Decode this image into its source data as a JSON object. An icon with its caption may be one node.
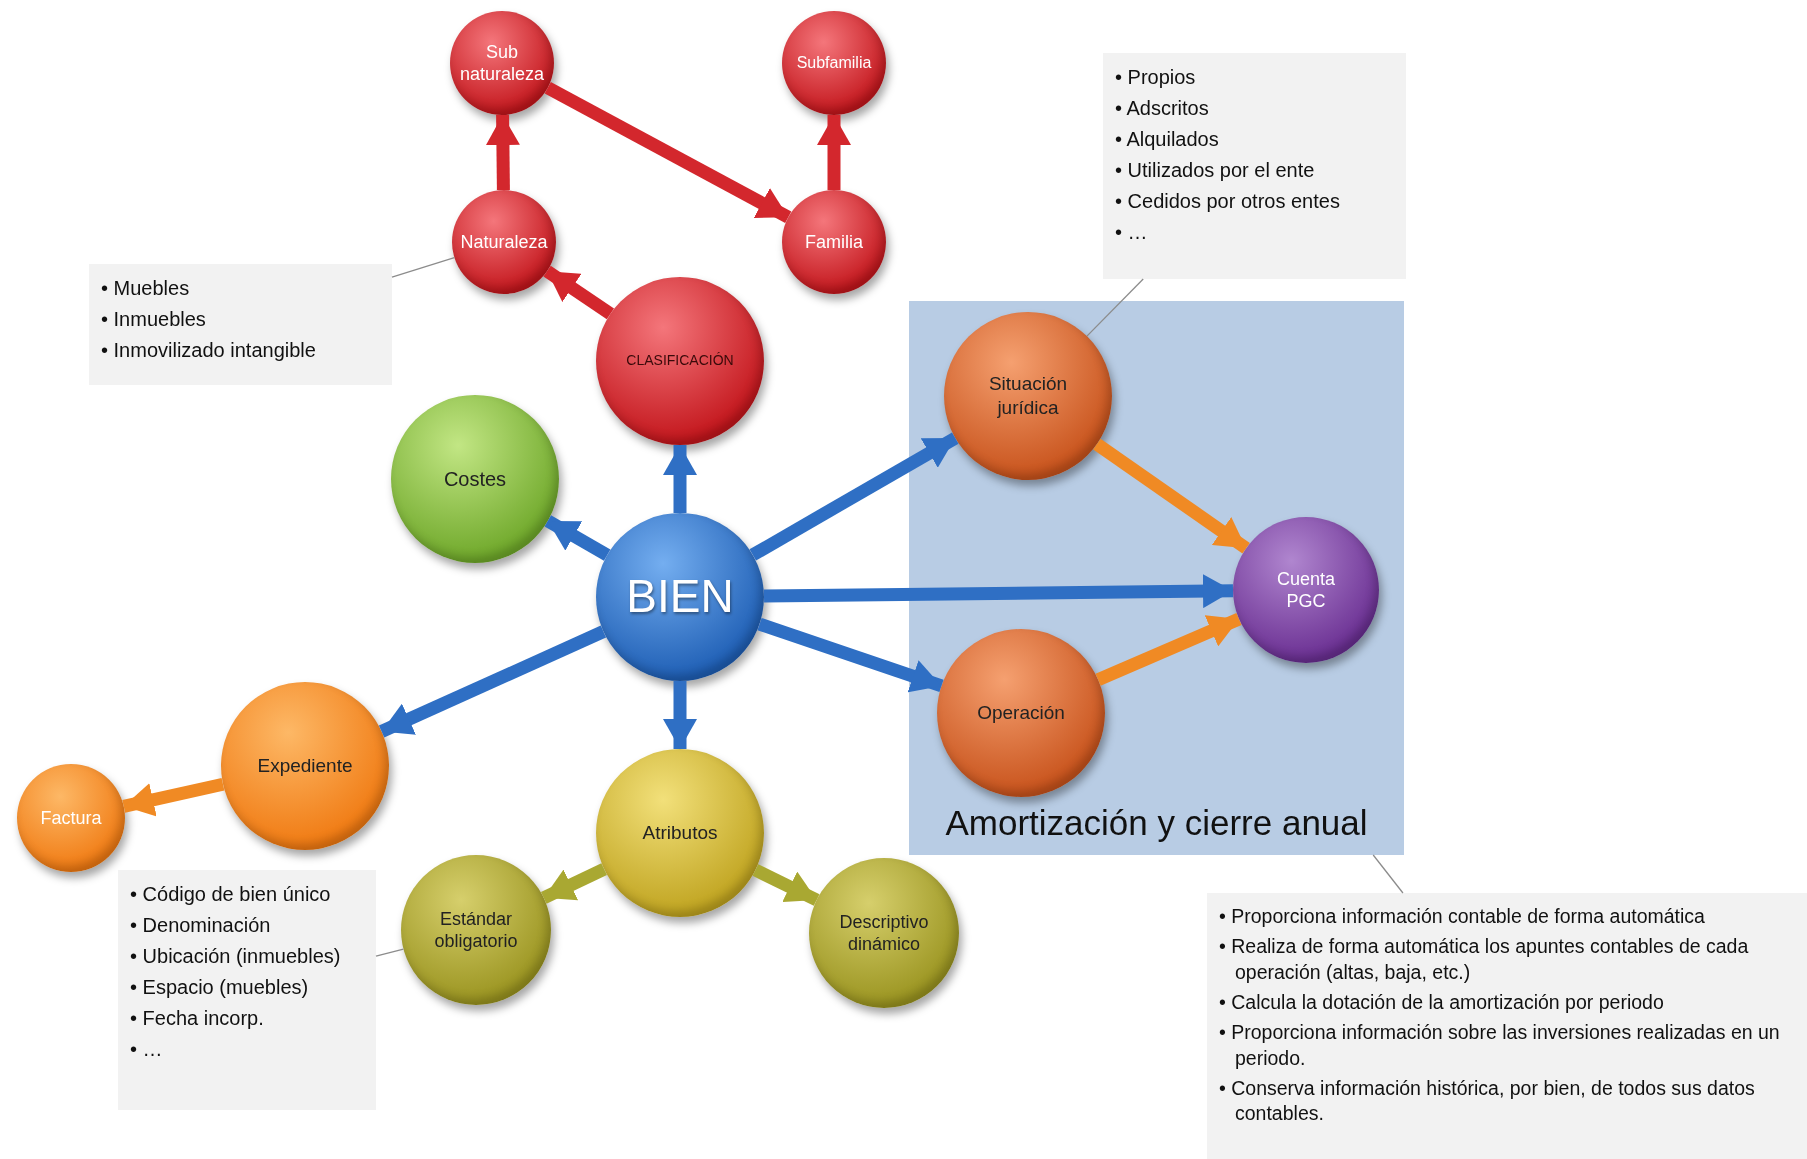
{
  "diagram": {
    "nodes": [
      {
        "text": [
          "Sub naturaleza"
        ]
      },
      {
        "text": [
          "Subfamilia"
        ]
      },
      {
        "text": [
          "Naturaleza"
        ]
      },
      {
        "text": [
          "Familia"
        ]
      },
      {
        "text": [
          "• Muebles",
          "• Inmuebles",
          "• Inmovilizado intangible"
        ]
      },
      {
        "text": [
          "• Propios",
          "• Adscritos",
          "• Alquilados",
          "• Utilizados por el ente",
          "• Cedidos por otros entes",
          "• …"
        ]
      },
      {
        "text": [
          "CLASIFICACIÓN"
        ]
      },
      {
        "text": [
          "Costes"
        ]
      },
      {
        "text": [
          "Amortización y cierre anual"
        ]
      },
      {
        "text": [
          "Situación jurídica"
        ],
        "in": 8
      },
      {
        "text": [
          "Cuenta PGC"
        ],
        "in": 8
      },
      {
        "text": [
          "Operación"
        ],
        "in": 8
      },
      {
        "text": [
          "BIEN"
        ]
      },
      {
        "text": [
          "Expediente"
        ]
      },
      {
        "text": [
          "Factura"
        ]
      },
      {
        "text": [
          "Atributos"
        ]
      },
      {
        "text": [
          "Estándar obligatorio"
        ]
      },
      {
        "text": [
          "Descriptivo dinámico"
        ]
      },
      {
        "text": [
          "• Código de bien único",
          "• Denominación",
          "• Ubicación (inmuebles)",
          "• Espacio (muebles)",
          "• Fecha incorp.",
          "• …"
        ]
      },
      {
        "text": [
          "• Proporciona información contable de forma automática",
          "• Realiza de forma automática los apuntes contables de cada operación (altas, baja, etc.)",
          "• Calcula la dotación de la amortización por periodo",
          "• Proporciona información sobre las inversiones realizadas en un periodo.",
          "• Conserva información histórica, por bien, de todos sus datos contables."
        ]
      }
    ],
    "edges": [
      {
        "from": 2,
        "to": 0,
        "arrow": "to",
        "color": "#d3272d"
      },
      {
        "from": 3,
        "to": 1,
        "arrow": "to",
        "color": "#d3272d"
      },
      {
        "from": 0,
        "to": 3,
        "arrow": "to",
        "color": "#d3272d"
      },
      {
        "from": 6,
        "to": 2,
        "arrow": "to",
        "color": "#d3272d"
      },
      {
        "from": 12,
        "to": 6,
        "arrow": "to"
      },
      {
        "from": 12,
        "to": 7,
        "arrow": "to"
      },
      {
        "from": 12,
        "to": 9,
        "arrow": "to"
      },
      {
        "from": 12,
        "to": 10,
        "arrow": "to"
      },
      {
        "from": 12,
        "to": 11,
        "arrow": "to"
      },
      {
        "from": 12,
        "to": 13,
        "arrow": "to"
      },
      {
        "from": 12,
        "to": 15,
        "arrow": "to"
      },
      {
        "from": 9,
        "to": 10,
        "arrow": "to",
        "color": "#f08a24"
      },
      {
        "from": 11,
        "to": 10,
        "arrow": "to",
        "color": "#f08a24"
      },
      {
        "from": 13,
        "to": 14,
        "arrow": "to",
        "color": "#f08a24"
      },
      {
        "from": 15,
        "to": 16,
        "arrow": "to",
        "color": "#a9a832"
      },
      {
        "from": 15,
        "to": 17,
        "arrow": "to",
        "color": "#a9a832"
      },
      {
        "from": 4,
        "to": 2,
        "arrow": "none",
        "color": "#8c8c8c"
      },
      {
        "from": 5,
        "to": 9,
        "arrow": "none",
        "color": "#8c8c8c"
      },
      {
        "from": 18,
        "to": 16,
        "arrow": "none",
        "color": "#8c8c8c"
      },
      {
        "from": 8,
        "to": 19,
        "arrow": "none",
        "color": "#8c8c8c"
      }
    ]
  }
}
